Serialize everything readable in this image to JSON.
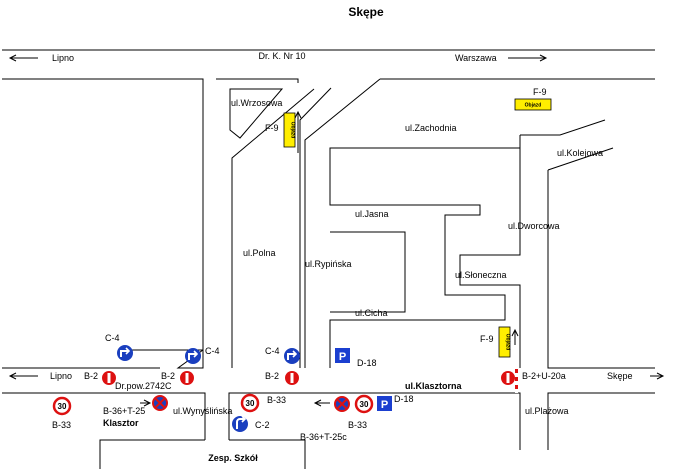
{
  "title": "Skępe",
  "road_names": {
    "dk10": "Dr. K. Nr 10",
    "lipno_top": "Lipno",
    "warszawa": "Warszawa",
    "lipno_bottom": "Lipno",
    "skepe_right": "Skępe",
    "wrzosowa": "ul.Wrzosowa",
    "zachodnia": "ul.Zachodnia",
    "kolejowa": "ul.Kolejowa",
    "jasna": "ul.Jasna",
    "dworcowa": "ul.Dworcowa",
    "polna": "ul.Polna",
    "rypinska": "ul.Rypińska",
    "sloneczna": "ul.Słoneczna",
    "cicha": "ul.Cicha",
    "dr_pow": "Dr.pow.2742C",
    "klasztorna": "ul.Klasztorna",
    "wynyslinska": "ul.Wynyślińska",
    "plazowa": "ul.Plażowa",
    "klasztor": "Klasztor",
    "zesp_szkol": "Zesp. Szkół"
  },
  "sign_labels": {
    "f9_top_right": "F-9",
    "f9_upper_left": "F-9",
    "f9_lower_right": "F-9",
    "c4_left": "C-4",
    "c4_mid": "C-4",
    "c4_right": "C-4",
    "b2_left": "B-2",
    "b2_mid": "B-2",
    "b2_right": "B-2",
    "b2_u20a": "B-2+U-20a",
    "b33_left": "B-33",
    "b33_mid": "B-33",
    "b33_right": "B-33",
    "b36_t25_left": "B-36+T-25",
    "b36_t25c": "B-36+T-25c",
    "d18_top": "D-18",
    "d18_bottom": "D-18",
    "c2": "C-2"
  },
  "sign_text": {
    "objazd": "Objazd",
    "speed_limit": "30",
    "parking": "P"
  },
  "colors": {
    "mandatory_blue": "#1a3fbf",
    "prohibition_red": "#dd1111",
    "detour_yellow": "#ffee00",
    "parking_blue": "#1b3fd0"
  }
}
